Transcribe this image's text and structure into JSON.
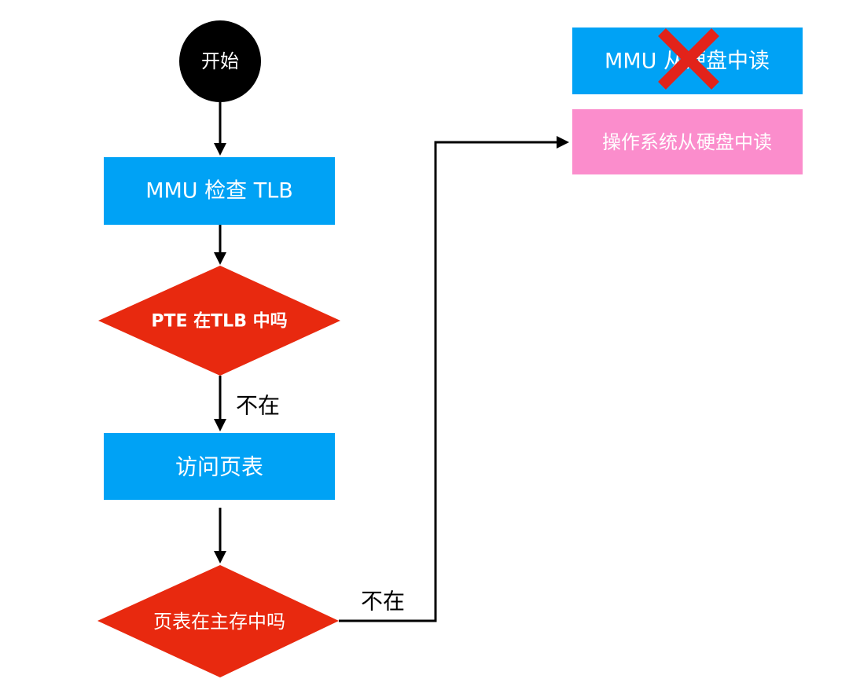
{
  "nodes": {
    "start": {
      "label": "开始"
    },
    "check_tlb": {
      "label": "MMU 检查 TLB"
    },
    "pte_in_tlb": {
      "label": "PTE 在TLB 中吗"
    },
    "access_page_table": {
      "label": "访问页表"
    },
    "page_table_in_memory": {
      "label": "页表在主存中吗"
    },
    "mmu_read_disk": {
      "label": "MMU 从硬盘中读",
      "crossed_out": true
    },
    "os_read_disk": {
      "label": "操作系统从硬盘中读"
    }
  },
  "edges": {
    "pte_no": {
      "label": "不在"
    },
    "page_table_no": {
      "label": "不在"
    }
  },
  "colors": {
    "start": "#000000",
    "process": "#00a2f5",
    "decision": "#e8290f",
    "highlight": "#fb8dcc",
    "cross": "#e2231a",
    "line": "#000000"
  }
}
